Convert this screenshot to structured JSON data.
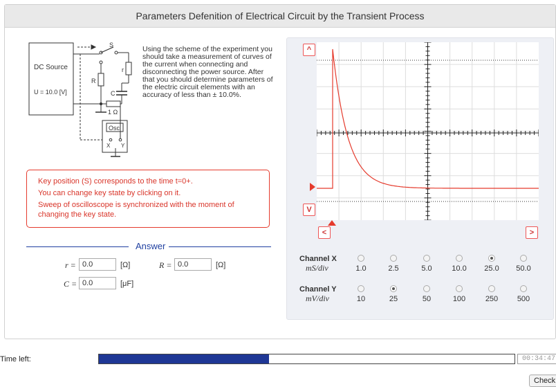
{
  "header": {
    "title": "Parameters Defenition of Electrical Circuit by the Transient Process"
  },
  "circuit": {
    "source_label": "DC Source",
    "source_voltage": "U = 10.0 [V]",
    "switch_label": "S",
    "r_label": "r",
    "R_label": "R",
    "C_label": "C",
    "shunt_label": "1 Ω",
    "osc_label": "Osc",
    "x_label": "X",
    "y_label": "Y"
  },
  "description": "Using the scheme of the experiment you should take a measurement of curves of the current when connecting and disconnecting the power source. After that you should determine parameters of the electric circuit elements with an accuracy of less than ± 10.0%.",
  "notice": {
    "lines": [
      "Key position (S) corresponds to the time t=0+.",
      "You can change key state by clicking on it.",
      "Sweep of oscilloscope is synchronized with the moment of changing the key state."
    ]
  },
  "answer": {
    "title": "Answer",
    "r": {
      "label": "r =",
      "value": "0.0",
      "unit": "[Ω]"
    },
    "R": {
      "label": "R =",
      "value": "0.0",
      "unit": "[Ω]"
    },
    "C": {
      "label": "C =",
      "value": "0.0",
      "unit": "[μF]"
    }
  },
  "oscilloscope": {
    "up_label": "^",
    "down_label": "V",
    "left_label": "<",
    "right_label": ">",
    "channel_x": {
      "title": "Channel X",
      "unit": "mS/div",
      "options": [
        "1.0",
        "2.5",
        "5.0",
        "10.0",
        "25.0",
        "50.0"
      ],
      "selected_index": 4
    },
    "channel_y": {
      "title": "Channel Y",
      "unit": "mV/div",
      "options": [
        "10",
        "25",
        "50",
        "100",
        "250",
        "500"
      ],
      "selected_index": 1
    }
  },
  "timer": {
    "label": "Time left:",
    "remaining": "00:34:47",
    "progress_fraction": 0.41
  },
  "actions": {
    "check_label": "Check"
  },
  "colors": {
    "accent_red": "#e53a2c",
    "progress_blue": "#1f3795",
    "answer_blue": "#1f3fa0"
  }
}
